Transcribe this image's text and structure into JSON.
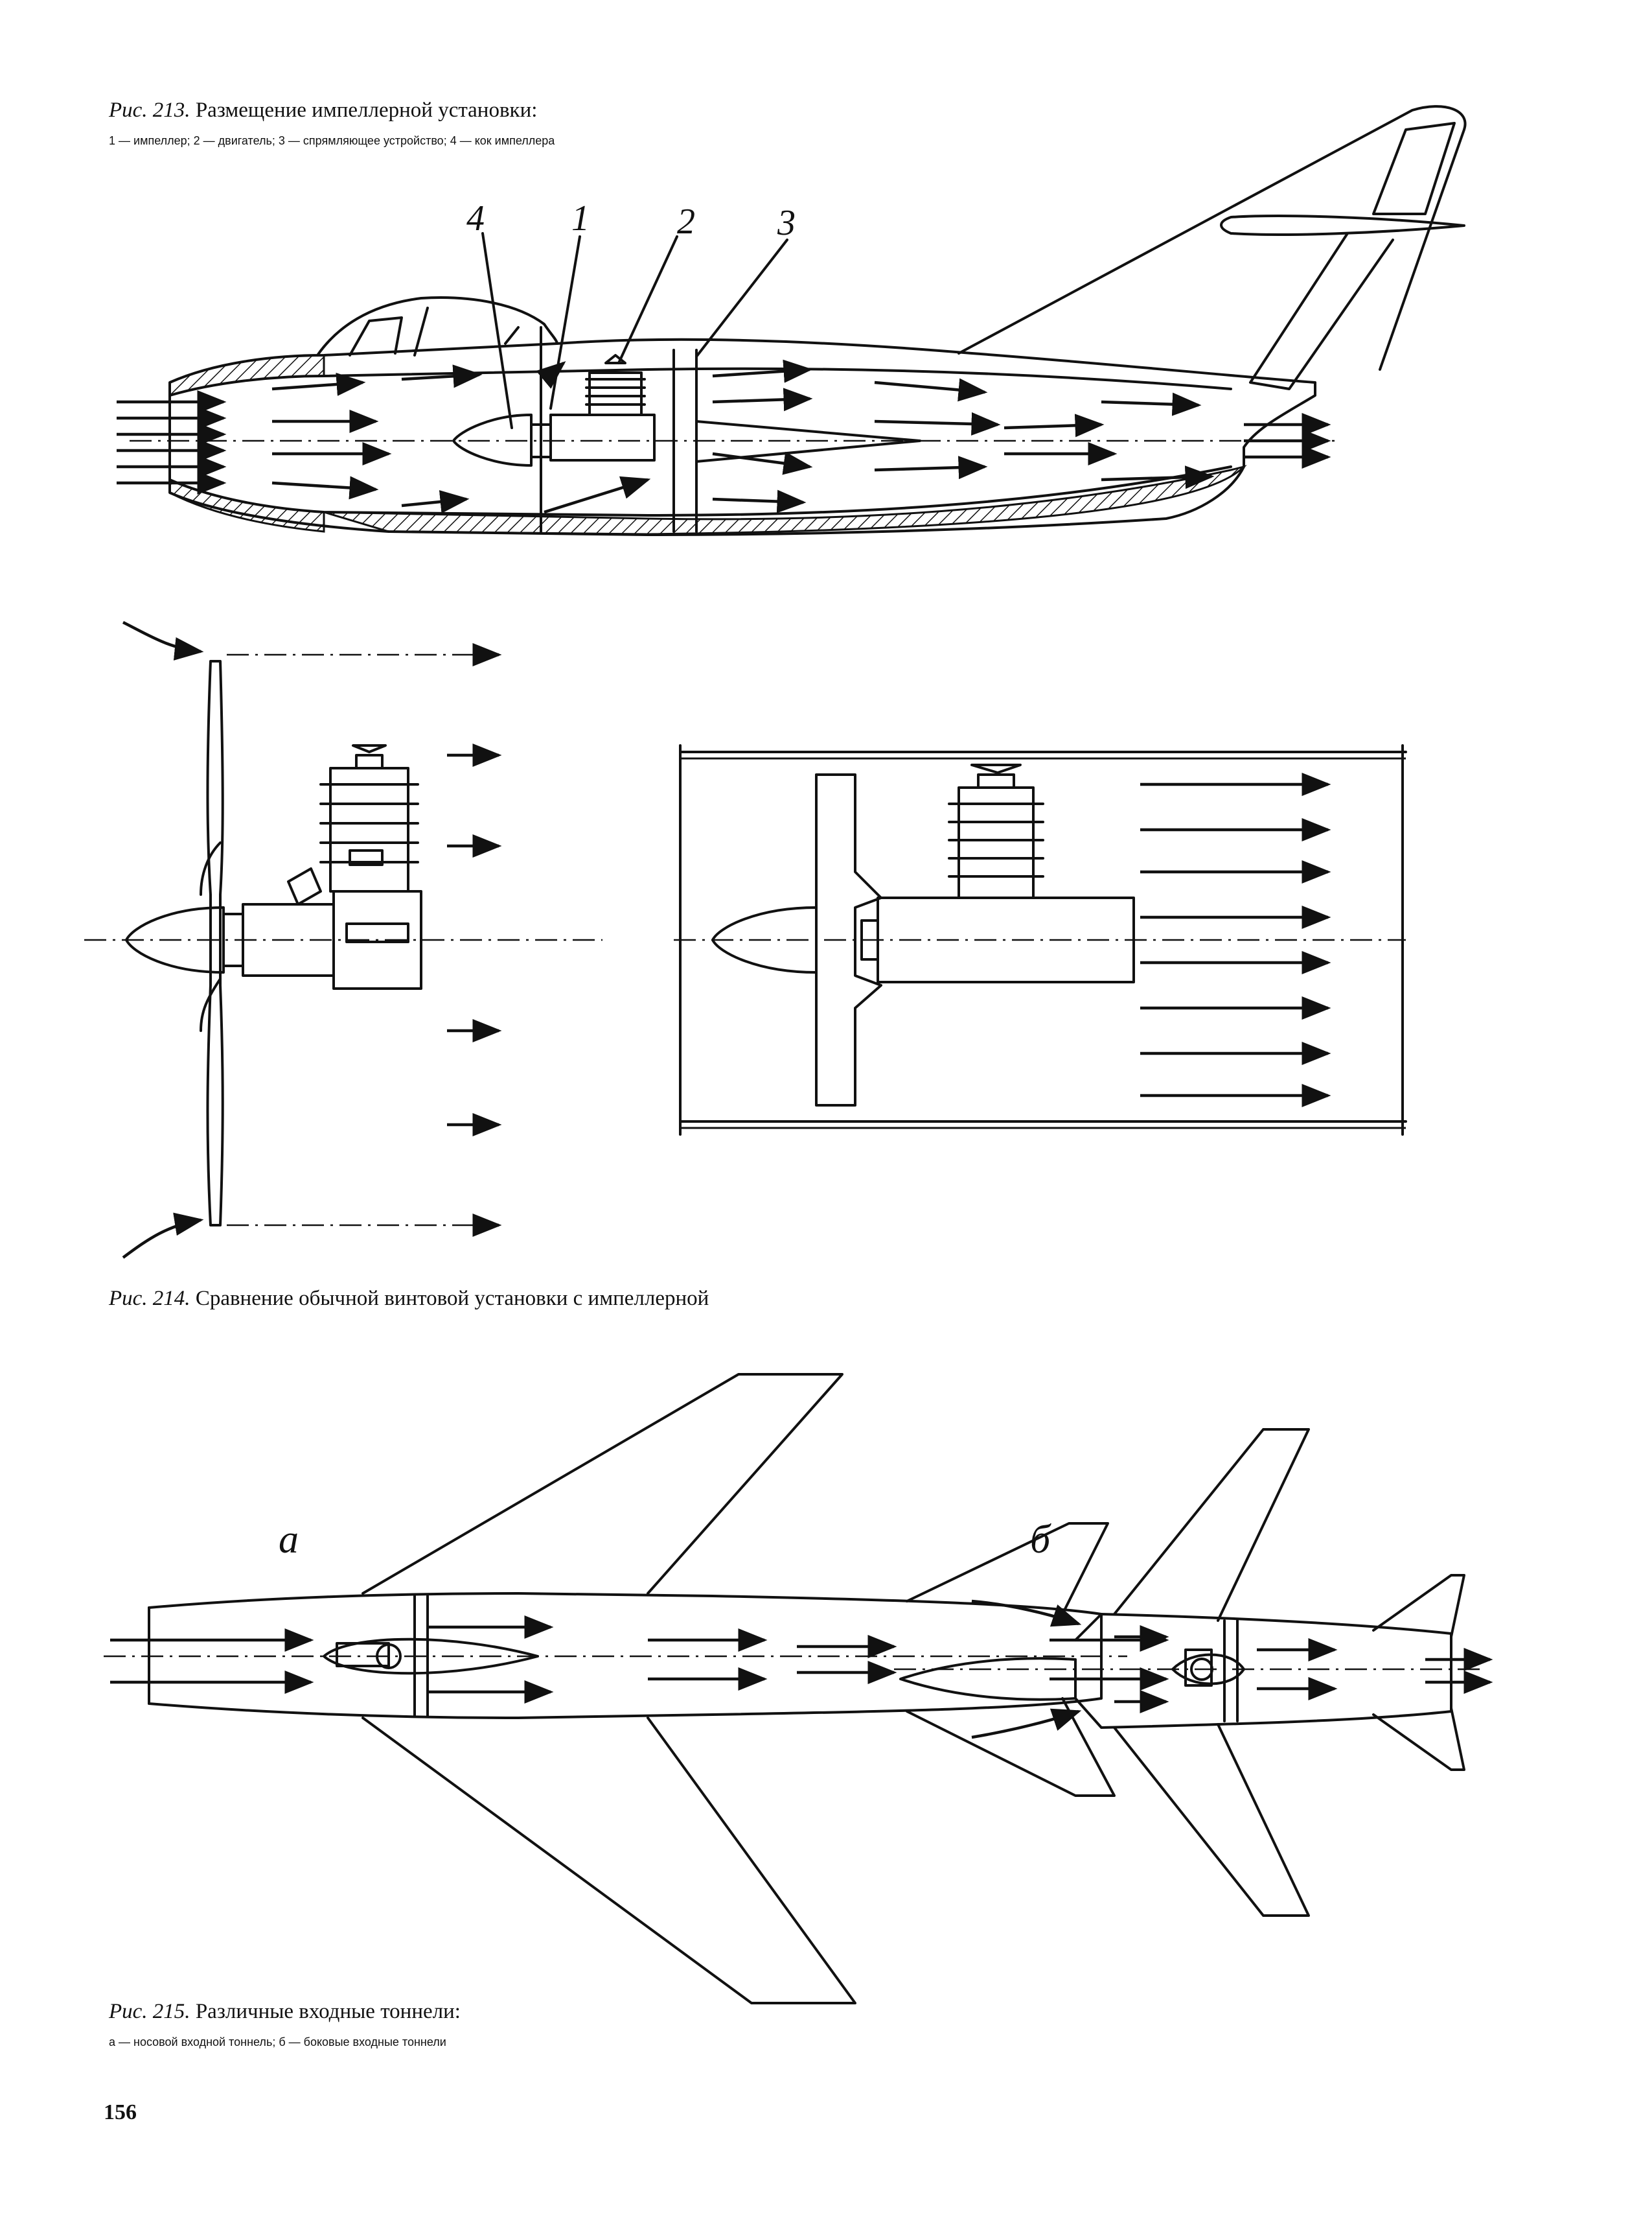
{
  "fig213": {
    "caption_prefix": "Рис. 213.",
    "caption_text": "Размещение импеллерной установки:",
    "legend": "1 — импеллер; 2 — двигатель; 3 — спрямляющее устройство; 4 — кок импеллера",
    "callouts": [
      "4",
      "1",
      "2",
      "3"
    ]
  },
  "fig214": {
    "caption_prefix": "Рис. 214.",
    "caption_text": "Сравнение обычной винтовой установки с импеллерной"
  },
  "fig215": {
    "caption_prefix": "Рис. 215.",
    "caption_text": "Различные входные тоннели:",
    "legend": "а — носовой входной тоннель; б — боковые входные тоннели",
    "label_a": "а",
    "label_b": "б"
  },
  "page_number": "156"
}
